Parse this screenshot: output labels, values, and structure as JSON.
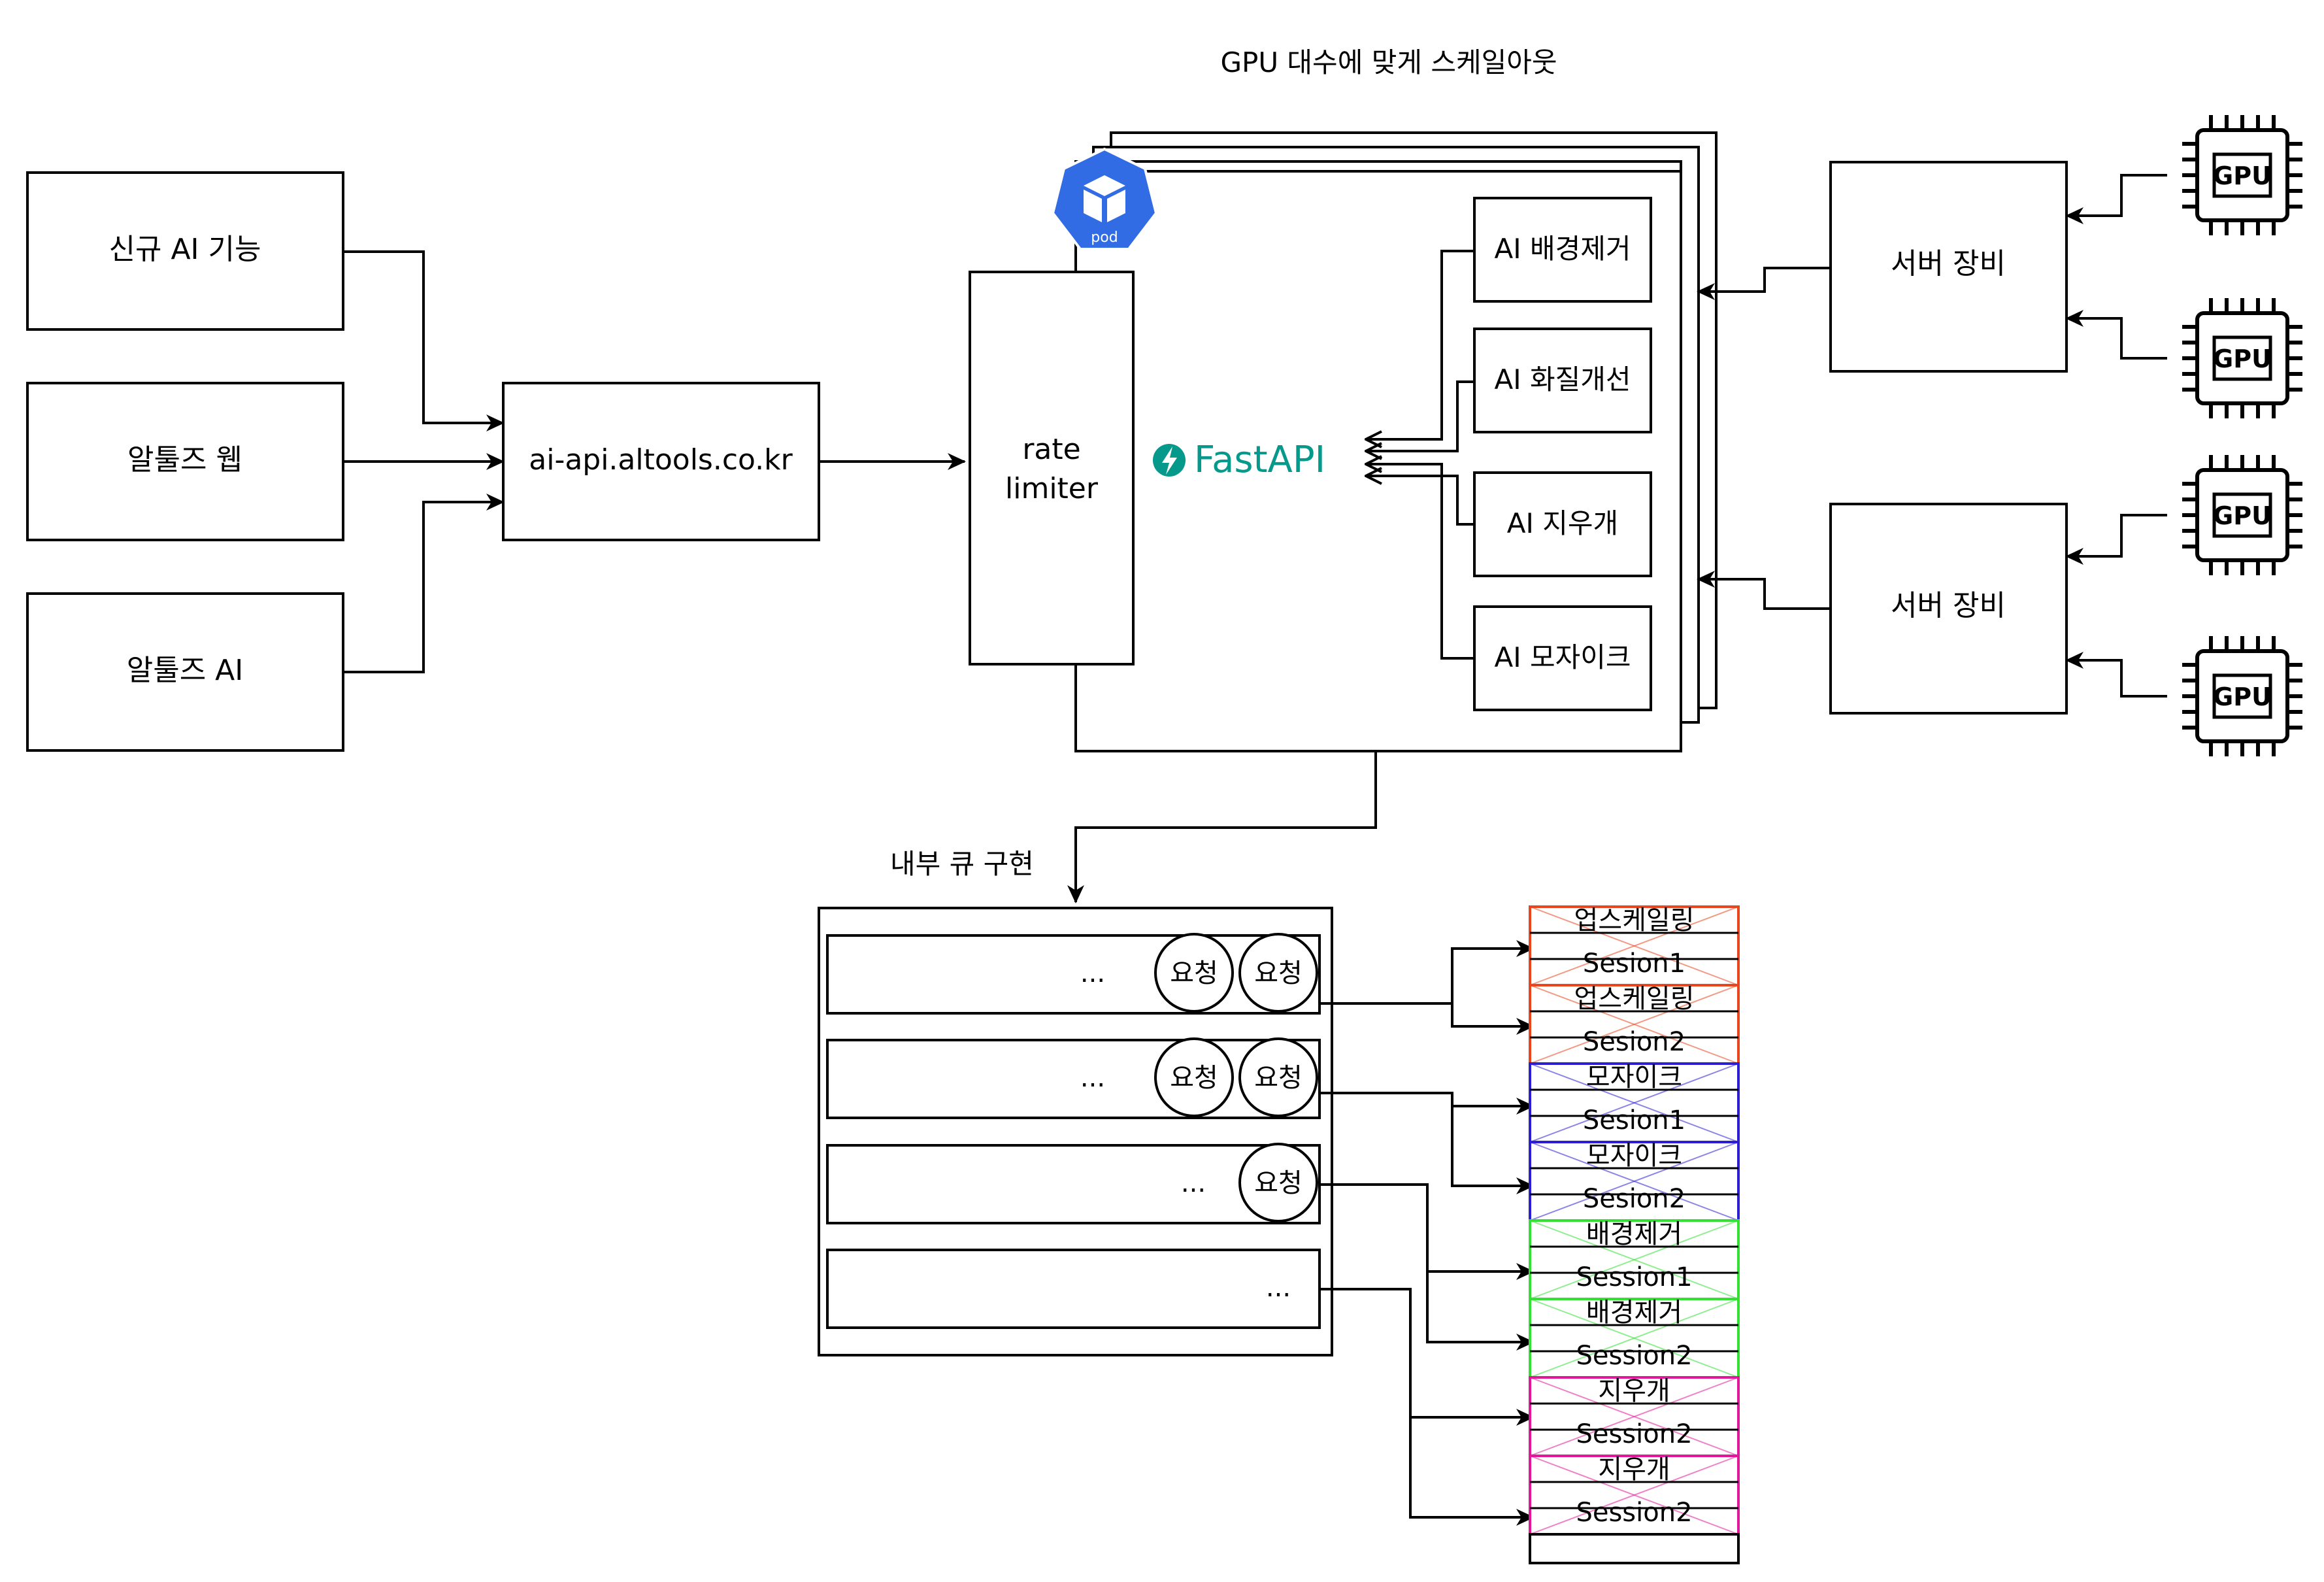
{
  "title": "GPU 대수에 맞게 스케일아웃",
  "clients": [
    {
      "label": "신규 AI 기능"
    },
    {
      "label": "알툴즈 웹"
    },
    {
      "label": "알툴즈 AI"
    }
  ],
  "gateway": {
    "label": "ai-api.altools.co.kr"
  },
  "rate_limiter": {
    "line1": "rate",
    "line2": "limiter"
  },
  "pod_badge": {
    "label": "pod"
  },
  "fastapi": {
    "label": "FastAPI"
  },
  "services": [
    {
      "label": "AI 배경제거"
    },
    {
      "label": "AI 화질개선"
    },
    {
      "label": "AI 지우개"
    },
    {
      "label": "AI 모자이크"
    }
  ],
  "servers": [
    {
      "label": "서버 장비"
    },
    {
      "label": "서버 장비"
    }
  ],
  "gpu_chip": {
    "label": "GPU"
  },
  "queue": {
    "label": "내부 큐 구현",
    "request_label": "요청",
    "ellipsis": "..."
  },
  "sessions": [
    {
      "title": "업스케일링",
      "session": "Sesion1",
      "color": "#e8461e"
    },
    {
      "title": "업스케일링",
      "session": "Sesion2",
      "color": "#e8461e"
    },
    {
      "title": "모자이크",
      "session": "Sesion1",
      "color": "#2b1fd1"
    },
    {
      "title": "모자이크",
      "session": "Sesion2",
      "color": "#2b1fd1"
    },
    {
      "title": "배경제거",
      "session": "Session1",
      "color": "#33e033"
    },
    {
      "title": "배경제거",
      "session": "Session2",
      "color": "#33e033"
    },
    {
      "title": "지우개",
      "session": "Session2",
      "color": "#e0189a"
    },
    {
      "title": "지우개",
      "session": "Session2",
      "color": "#e0189a"
    }
  ],
  "colors": {
    "pod": "#326ce5",
    "fastapi": "#05998b"
  }
}
